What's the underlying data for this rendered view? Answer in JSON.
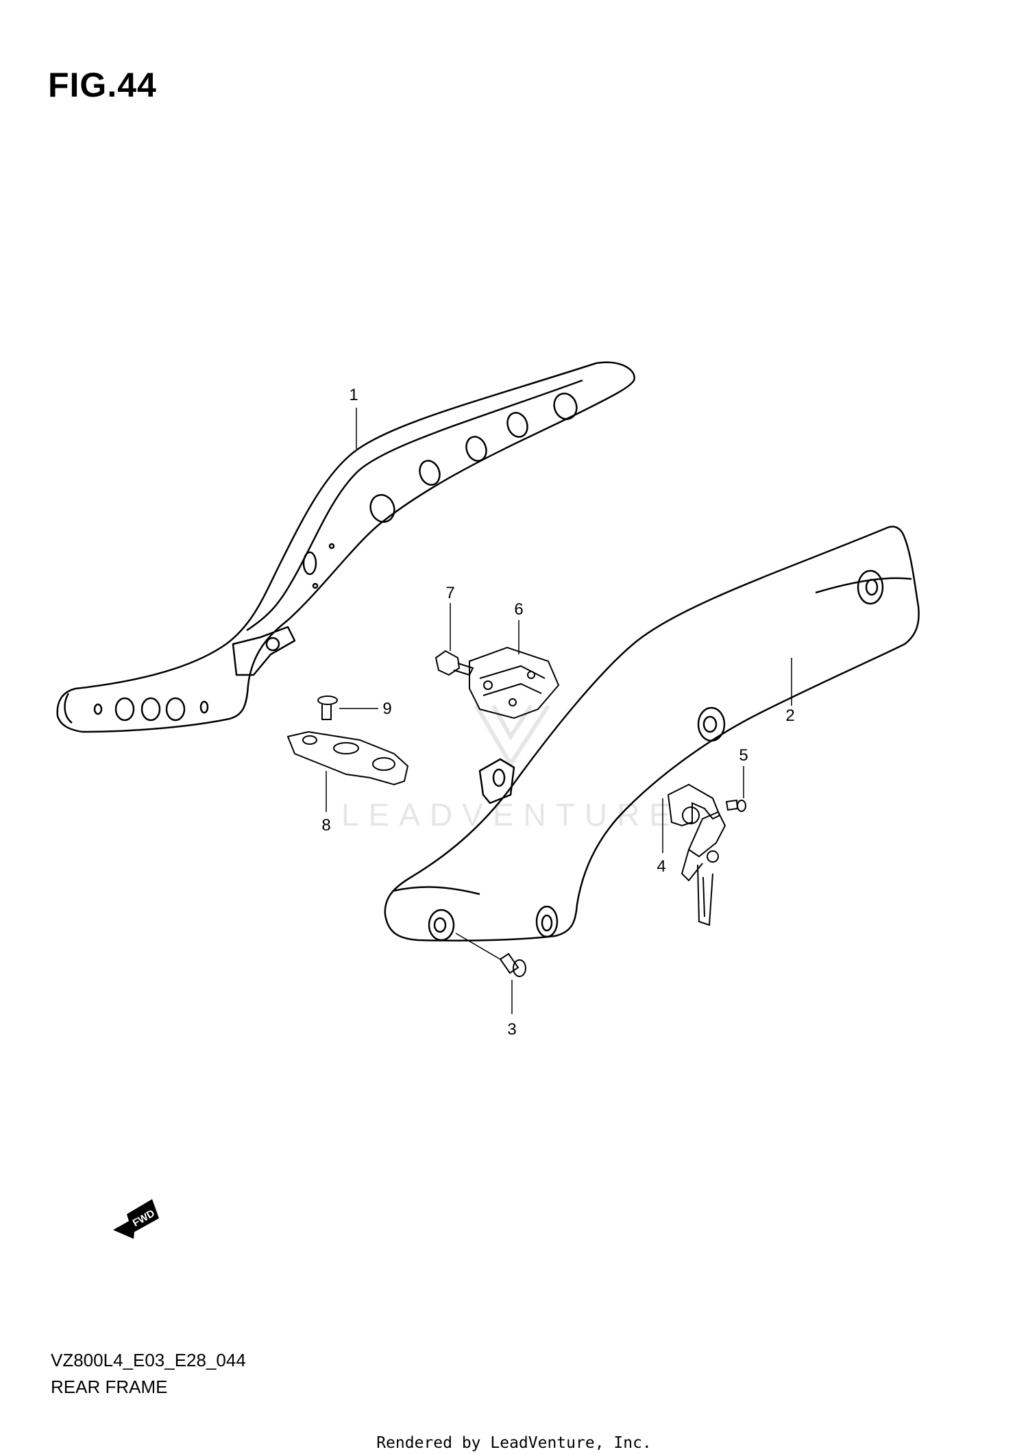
{
  "figure": {
    "title": "FIG.44"
  },
  "callouts": {
    "p1": "1",
    "p2": "2",
    "p3": "3",
    "p4": "4",
    "p5": "5",
    "p6": "6",
    "p7": "7",
    "p8": "8",
    "p9": "9"
  },
  "fwd_label": "FWD",
  "watermark": "LEADVENTURE",
  "footer": {
    "code": "VZ800L4_E03_E28_044",
    "name": "REAR FRAME",
    "rendered_by": "Rendered by LeadVenture, Inc."
  },
  "colors": {
    "line": "#000000",
    "watermark": "#e6e6e6"
  }
}
